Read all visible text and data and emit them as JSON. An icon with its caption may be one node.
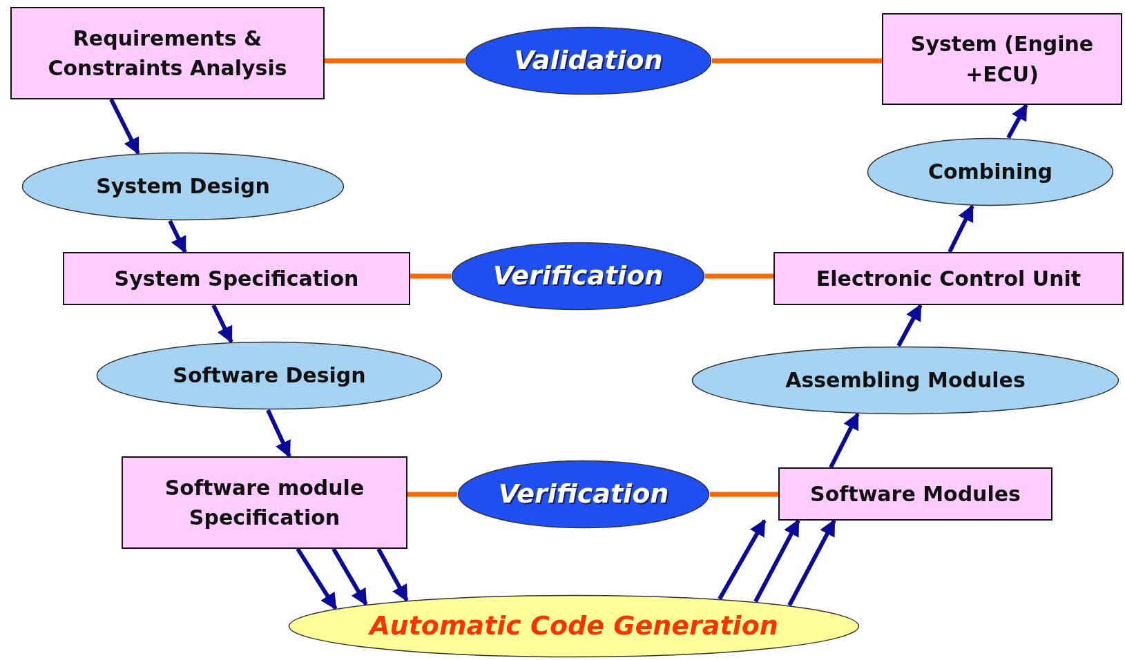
{
  "diagram": {
    "nodes": [
      {
        "text": [
          "Requirements & Constraints Analysis"
        ]
      },
      {
        "text": [
          "Validation"
        ]
      },
      {
        "text": [
          "System (Engine +ECU)"
        ]
      },
      {
        "text": [
          "System Design"
        ]
      },
      {
        "text": [
          "Combining"
        ]
      },
      {
        "text": [
          "System Specification"
        ]
      },
      {
        "text": [
          "Verification"
        ]
      },
      {
        "text": [
          "Electronic Control Unit"
        ]
      },
      {
        "text": [
          "Software Design"
        ]
      },
      {
        "text": [
          "Assembling Modules"
        ]
      },
      {
        "text": [
          "Software module Specification"
        ]
      },
      {
        "text": [
          "Verification"
        ]
      },
      {
        "text": [
          "Software Modules"
        ]
      },
      {
        "text": [
          "Automatic Code Generation"
        ]
      }
    ],
    "edges": [
      {
        "from": 0,
        "to": 1,
        "arrow": "none",
        "color": "#ff6600"
      },
      {
        "from": 1,
        "to": 2,
        "arrow": "none",
        "color": "#ff6600"
      },
      {
        "from": 5,
        "to": 6,
        "arrow": "none",
        "color": "#ff6600"
      },
      {
        "from": 6,
        "to": 7,
        "arrow": "none",
        "color": "#ff6600"
      },
      {
        "from": 10,
        "to": 11,
        "arrow": "none",
        "color": "#ff6600"
      },
      {
        "from": 11,
        "to": 12,
        "arrow": "none",
        "color": "#ff6600"
      },
      {
        "from": 0,
        "to": 3,
        "arrow": "to"
      },
      {
        "from": 3,
        "to": 5,
        "arrow": "to"
      },
      {
        "from": 5,
        "to": 8,
        "arrow": "to"
      },
      {
        "from": 8,
        "to": 10,
        "arrow": "to"
      },
      {
        "from": 10,
        "to": 13,
        "arrow": "to"
      },
      {
        "from": 10,
        "to": 13,
        "arrow": "to"
      },
      {
        "from": 10,
        "to": 13,
        "arrow": "to"
      },
      {
        "from": 13,
        "to": 12,
        "arrow": "to"
      },
      {
        "from": 13,
        "to": 12,
        "arrow": "to"
      },
      {
        "from": 13,
        "to": 12,
        "arrow": "to"
      },
      {
        "from": 12,
        "to": 9,
        "arrow": "to"
      },
      {
        "from": 9,
        "to": 7,
        "arrow": "to"
      },
      {
        "from": 7,
        "to": 4,
        "arrow": "to"
      },
      {
        "from": 4,
        "to": 2,
        "arrow": "to"
      }
    ]
  }
}
